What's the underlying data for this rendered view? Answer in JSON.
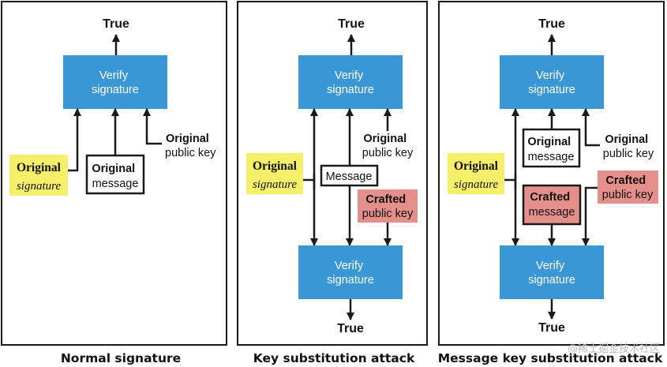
{
  "colors": {
    "verify_box": "#3a97d6",
    "highlight_yellow": "#f5ef6a",
    "highlight_red": "#e58f8a",
    "stroke": "#1a1a1a"
  },
  "panels": [
    {
      "caption": "Normal signature",
      "true_top": "True",
      "verify_top": {
        "line1": "Verify",
        "line2": "signature"
      },
      "public_key": {
        "line1": "Original",
        "line2": "public key"
      },
      "signature": {
        "line1": "Original",
        "line2": "signature"
      },
      "message": {
        "line1": "Original",
        "line2": "message"
      }
    },
    {
      "caption": "Key substitution attack",
      "true_top": "True",
      "verify_top": {
        "line1": "Verify",
        "line2": "signature"
      },
      "public_key": {
        "line1": "Original",
        "line2": "public key"
      },
      "signature": {
        "line1": "Original",
        "line2": "signature"
      },
      "message": "Message",
      "crafted_key": {
        "line1": "Crafted",
        "line2": "public key"
      },
      "verify_bottom": {
        "line1": "Verify",
        "line2": "signature"
      },
      "true_bottom": "True"
    },
    {
      "caption": "Message key substitution attack",
      "true_top": "True",
      "verify_top": {
        "line1": "Verify",
        "line2": "signature"
      },
      "public_key": {
        "line1": "Original",
        "line2": "public key"
      },
      "signature": {
        "line1": "Original",
        "line2": "signature"
      },
      "message": {
        "line1": "Original",
        "line2": "message"
      },
      "crafted_message": {
        "line1": "Crafted",
        "line2": "message"
      },
      "crafted_key": {
        "line1": "Crafted",
        "line2": "public key"
      },
      "verify_bottom": {
        "line1": "Verify",
        "line2": "signature"
      },
      "true_bottom": "True"
    }
  ],
  "watermark": "@稀土掘金技术社区"
}
